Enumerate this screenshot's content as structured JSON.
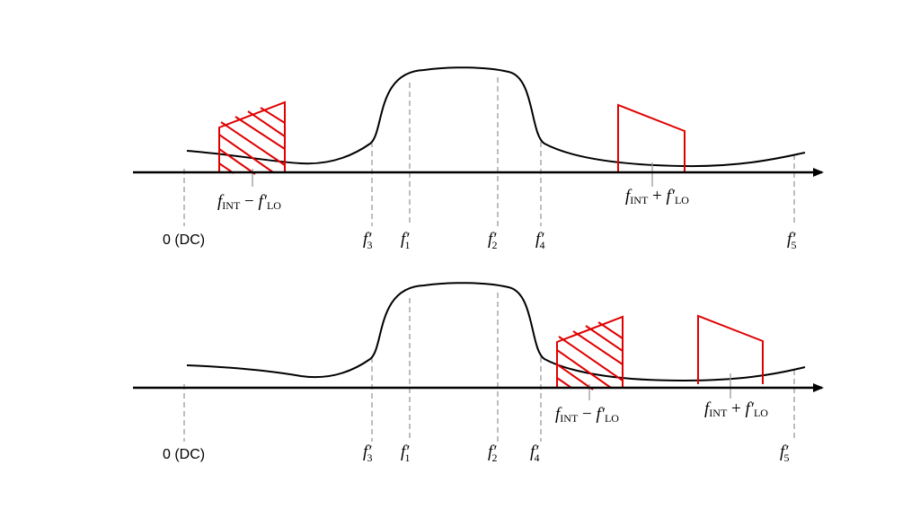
{
  "colors": {
    "axis": "#000000",
    "curve": "#000000",
    "marker": "#9a9a9a",
    "image_band": "#e00000"
  },
  "panels": [
    {
      "id": "top",
      "origin_label": "0 (DC)",
      "freq_ticks": [
        {
          "base": "f",
          "sub": "3",
          "prime": "′"
        },
        {
          "base": "f",
          "sub": "1",
          "prime": "′"
        },
        {
          "base": "f",
          "sub": "2",
          "prime": "′"
        },
        {
          "base": "f",
          "sub": "4",
          "prime": "′"
        },
        {
          "base": "f",
          "sub": "5",
          "prime": "′"
        }
      ],
      "lower_band_label": {
        "a": "f",
        "a_sub": "INT",
        "op": " − ",
        "b": "f",
        "b_prime": "′",
        "b_sub": "LO"
      },
      "upper_band_label": {
        "a": "f",
        "a_sub": "INT",
        "op": " + ",
        "b": "f",
        "b_prime": "′",
        "b_sub": "LO"
      }
    },
    {
      "id": "bottom",
      "origin_label": "0 (DC)",
      "freq_ticks": [
        {
          "base": "f",
          "sub": "3",
          "prime": "′"
        },
        {
          "base": "f",
          "sub": "1",
          "prime": "′"
        },
        {
          "base": "f",
          "sub": "2",
          "prime": "′"
        },
        {
          "base": "f",
          "sub": "4",
          "prime": "′"
        },
        {
          "base": "f",
          "sub": "5",
          "prime": "′"
        }
      ],
      "lower_band_label": {
        "a": "f",
        "a_sub": "INT",
        "op": " − ",
        "b": "f",
        "b_prime": "′",
        "b_sub": "LO"
      },
      "upper_band_label": {
        "a": "f",
        "a_sub": "INT",
        "op": " + ",
        "b": "f",
        "b_prime": "′",
        "b_sub": "LO"
      }
    }
  ]
}
